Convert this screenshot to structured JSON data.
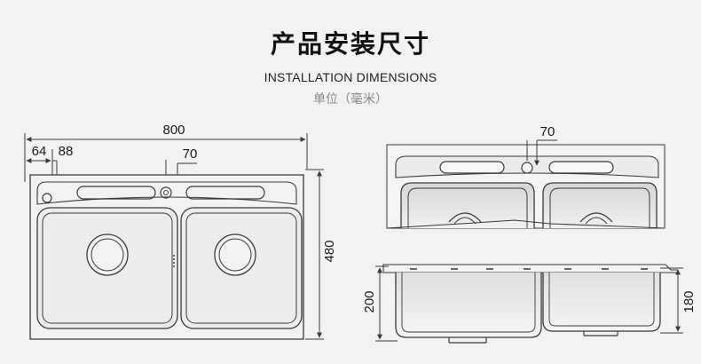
{
  "header": {
    "title": "产品安装尺寸",
    "subtitle": "INSTALLATION DIMENSIONS",
    "unit": "单位（毫米）"
  },
  "dimensions": {
    "overall_width": "800",
    "edge_offset": "64",
    "faucet_hole_offset": "88",
    "hole_spacing": "70",
    "overall_depth": "480",
    "perspective_hole_spacing": "70",
    "bowl_depth_left": "200",
    "bowl_depth_right": "180"
  },
  "colors": {
    "background": "#f2f2f2",
    "line": "#3a3a3a",
    "text": "#1a1a1a",
    "unit_text": "#8a8a8a"
  }
}
